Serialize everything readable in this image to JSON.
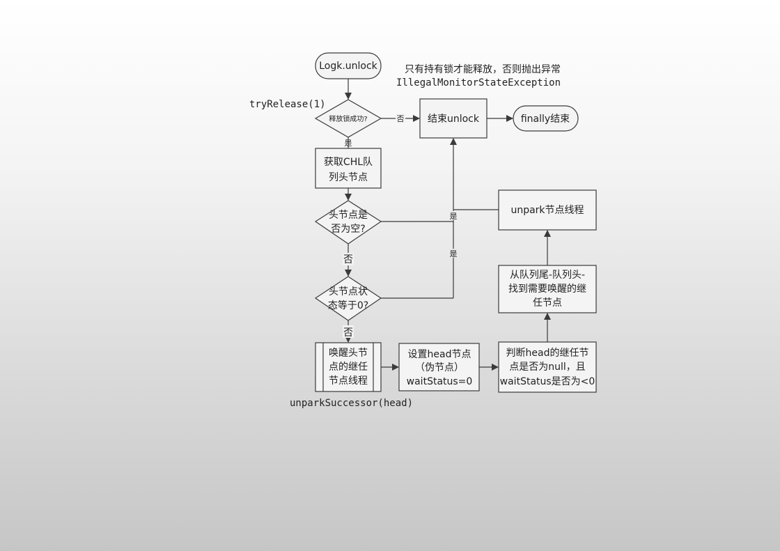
{
  "nodes": {
    "start": "Logk.unlock",
    "decision_release": "释放锁成功?",
    "end_unlock": "结束unlock",
    "finally_end": "finally结束",
    "get_head": [
      "获取CHL队",
      "列头节点"
    ],
    "decision_head_null": [
      "头节点是",
      "否为空?"
    ],
    "decision_head_status": [
      "头节点状",
      "态等于0?"
    ],
    "wake_successor": [
      "唤醒头节",
      "点的继任",
      "节点线程"
    ],
    "set_head": [
      "设置head节点",
      "（伪节点）",
      "waitStatus=0"
    ],
    "check_successor": [
      "判断head的继任节",
      "点是否为null，且",
      "waitStatus是否为<0"
    ],
    "find_successor": [
      "从队列尾-队列头-",
      "找到需要唤醒的继",
      "任节点"
    ],
    "unpark_thread": "unpark节点线程"
  },
  "annotations": {
    "note_line1": "只有持有锁才能释放，否则抛出异常",
    "note_line2": "IllegalMonitorStateException",
    "try_release": "tryRelease(1)",
    "unpark_successor": "unparkSuccessor(head)"
  },
  "edge_labels": {
    "release_no": "否",
    "release_yes": "是",
    "head_null_yes": "是",
    "head_status_yes": "是",
    "head_null_no": "否",
    "head_status_no": "否"
  }
}
